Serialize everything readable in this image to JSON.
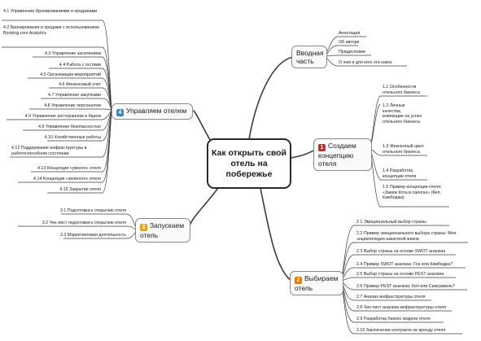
{
  "center": "Как открыть свой отель на побережье",
  "colors": {
    "badge_1": "#cc2a2a",
    "badge_2": "#e07b12",
    "badge_3": "#e8a317",
    "badge_4": "#3c86c4",
    "lines": "#3d3d3d"
  },
  "topics": {
    "intro": {
      "label": "Вводная часть"
    },
    "b1": {
      "badge": "1",
      "label": "Создаем концепцию отеля"
    },
    "b2": {
      "badge": "2",
      "label": "Выбираем отель"
    },
    "b3": {
      "badge": "3",
      "label": "Запускаем отель"
    },
    "b4": {
      "badge": "4",
      "label": "Управляем отелем"
    }
  },
  "intro_items": [
    "Аннотация",
    "Об авторе",
    "Предисловие",
    "О чем и для кого эта книга"
  ],
  "b1_items": [
    "1.1 Особенности отельного бизнеса",
    "1.2 Личные качества, влияющие на успех отельного бизнеса",
    "1.3 Жизненный цикл отельного бизнеса",
    "1.4 Разработка концепции отеля",
    "1.5 Пример концепции отеля: «Замок Кота в сапогах» (Кеп, Камбоджа)"
  ],
  "b2_items": [
    "2.1 Эмоциональный выбор страны",
    "2.2 Пример эмоционального выбора страны: Моя энциклопедия азиатской жизни",
    "2.3 Выбор страны на основе SWOT анализа",
    "2.4 Пример SWOT анализа: Гоа или Камбоджа?",
    "2.5 Выбор страны на основе PEST анализа",
    "2.6 Пример PEST анализа: Кеп или Сиануквиль?",
    "2.7 Анализ инфраструктуры отеля",
    "2.8 Чек-лист анализа инфраструктуры отеля",
    "2.9 Разработка бизнес модели отеля",
    "2.10 Заключение контракта на аренду отеля"
  ],
  "b3_items": [
    "3.1 Подготовка к открытию отеля",
    "3.2 Чек-лист подготовки к открытию отеля",
    "3.3 Маркетинговая деятельность"
  ],
  "b4_items": [
    "4.1 Управление бронированиями и продажами",
    "4.2 Бронирования и продажи с использованием Booking.com Analytics",
    "4.3 Управление заселением",
    "4.4 Работа с гостями",
    "4.5 Организация мероприятий",
    "4.6 Финансовый учет",
    "4.7 Управление закупками",
    "4.8 Управление персоналом",
    "4.9 Управление ресторанном и баром",
    "4.9 Управление безопасностью",
    "4.10 Хозяйственные работы",
    "4.12 Поддержание инфраструктуры в работоспособном состоянии",
    "4.13 Концепция «умного» отеля",
    "4.14 Концепция «зеленого» отеля",
    "4.15 Закрытие отеля"
  ]
}
